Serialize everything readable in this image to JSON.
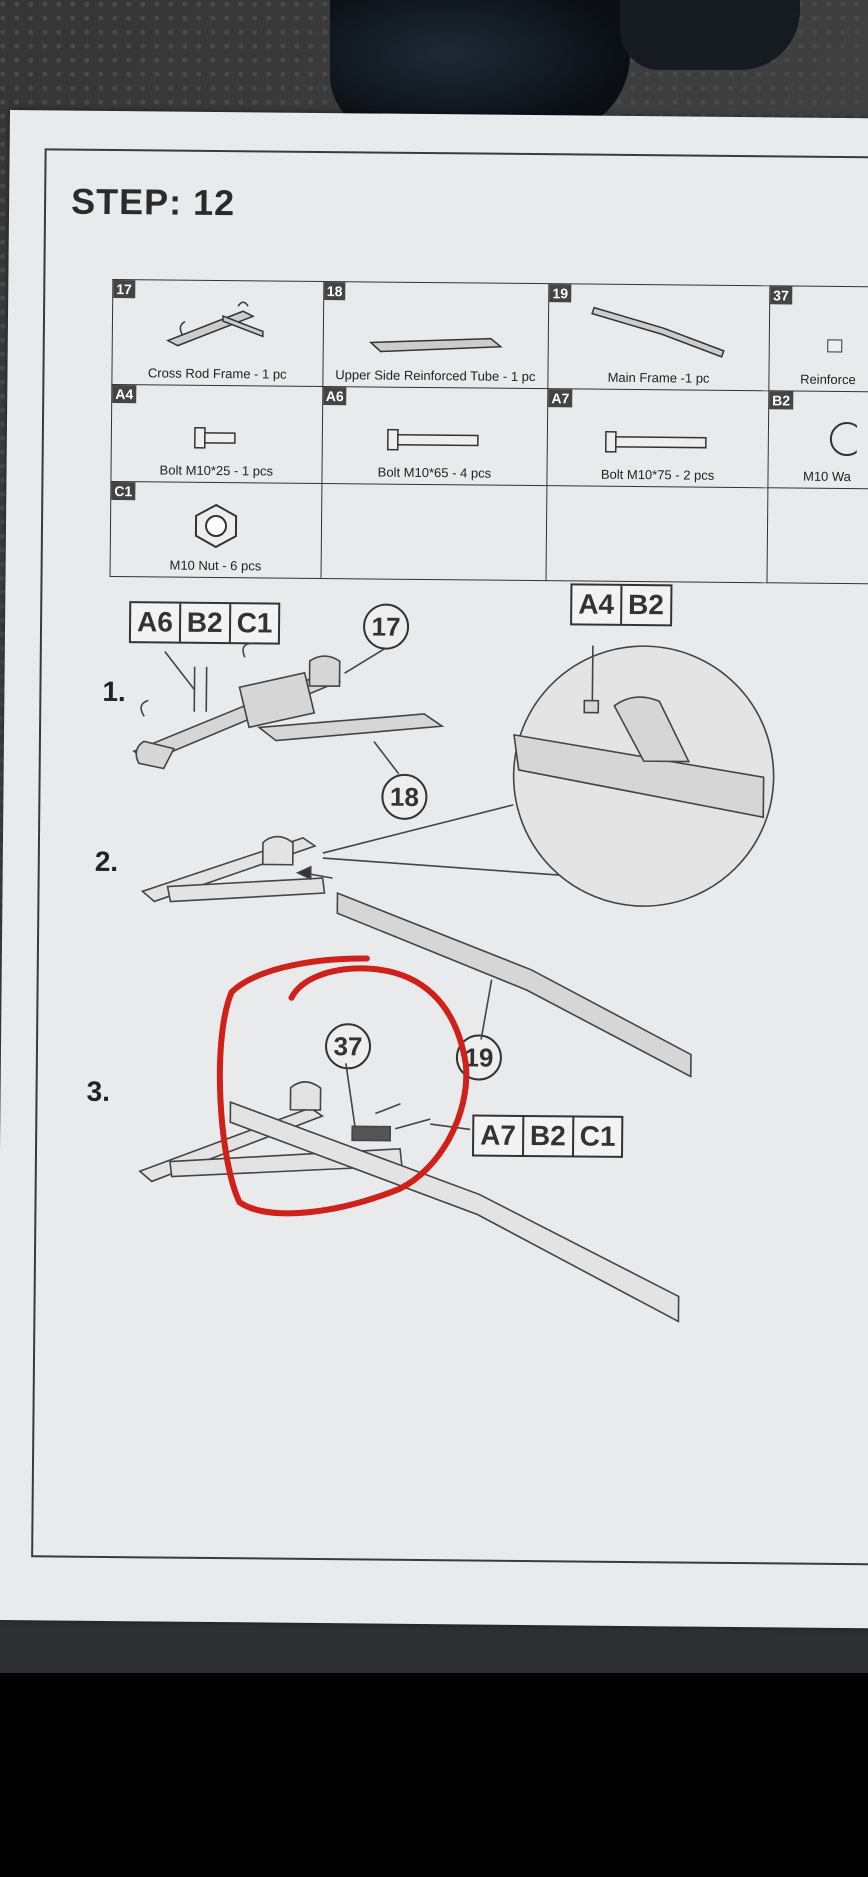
{
  "step": {
    "title": "STEP: 12"
  },
  "parts_table": {
    "row1": [
      {
        "code": "17",
        "label": "Cross Rod Frame - 1 pc"
      },
      {
        "code": "18",
        "label": "Upper Side Reinforced Tube - 1 pc"
      },
      {
        "code": "19",
        "label": "Main Frame -1 pc"
      },
      {
        "code": "37",
        "label": "Reinforce"
      }
    ],
    "row2": [
      {
        "code": "A4",
        "label": "Bolt M10*25 - 1 pcs"
      },
      {
        "code": "A6",
        "label": "Bolt M10*65 - 4 pcs"
      },
      {
        "code": "A7",
        "label": "Bolt M10*75 - 2 pcs"
      },
      {
        "code": "B2",
        "label": "M10 Wa"
      }
    ],
    "row3": [
      {
        "code": "C1",
        "label": "M10 Nut - 6 pcs"
      }
    ]
  },
  "steps": {
    "s1": {
      "label": "1.",
      "codes": [
        "A6",
        "B2",
        "C1"
      ],
      "parts": [
        "17",
        "18"
      ]
    },
    "s2": {
      "label": "2.",
      "detail_codes": [
        "A4",
        "B2"
      ],
      "parts": [
        "19"
      ]
    },
    "s3": {
      "label": "3.",
      "codes": [
        "A7",
        "B2",
        "C1"
      ],
      "parts": [
        "37"
      ]
    }
  },
  "colors": {
    "paper": "#e9eaec",
    "ink": "#333333",
    "annotation": "#d0201a"
  }
}
